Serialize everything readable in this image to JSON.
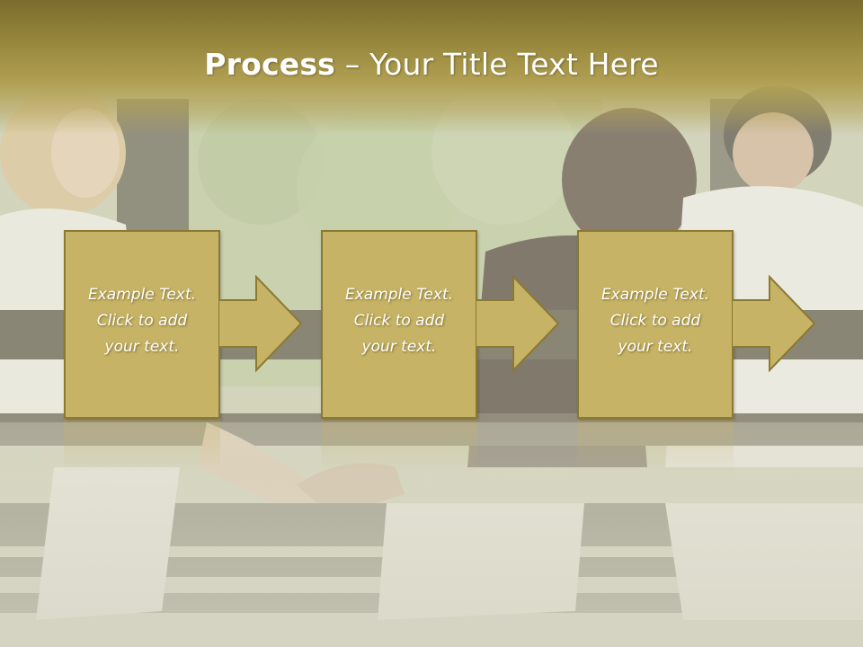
{
  "slide": {
    "title_bold": "Process",
    "title_rest": " – Your Title Text Here"
  },
  "steps": [
    {
      "line1": "Example Text.",
      "line2": "Click  to add",
      "line3": "your text."
    },
    {
      "line1": "Example Text.",
      "line2": "Click  to add",
      "line3": "your text."
    },
    {
      "line1": "Example Text.",
      "line2": "Click  to add",
      "line3": "your text."
    }
  ],
  "colors": {
    "title_bar": "#9a8a3f",
    "box_fill": "#c6b365",
    "box_border": "#8a7a32",
    "text": "#ffffff"
  }
}
